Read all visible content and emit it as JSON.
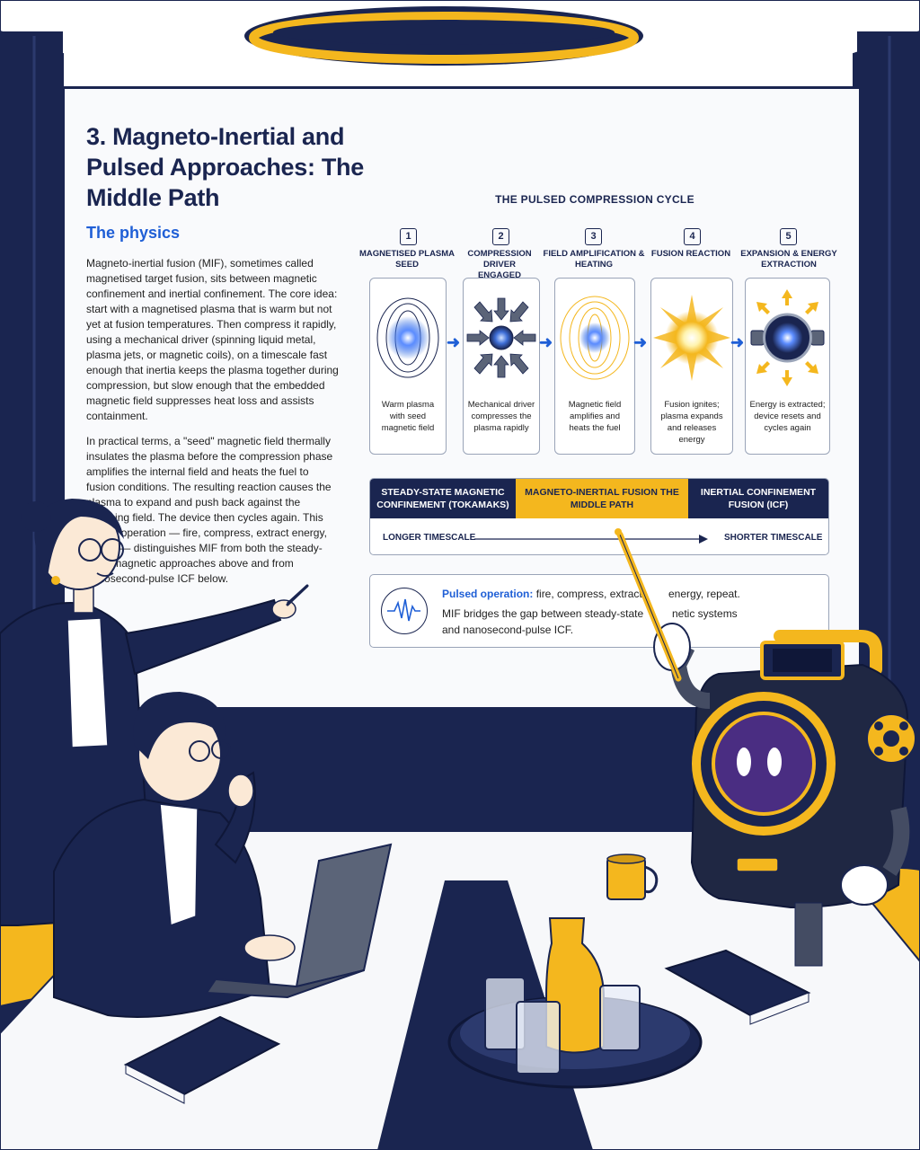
{
  "slide": {
    "title": "3. Magneto-Inertial and Pulsed Approaches: The Middle Path",
    "subtitle": "The physics",
    "paragraph_1": "Magneto-inertial fusion (MIF), sometimes called magnetised target fusion, sits between magnetic confinement and inertial confinement. The core idea: start with a magnetised plasma that is warm but not yet at fusion temperatures. Then compress it rapidly, using a mechanical driver (spinning liquid metal, plasma jets, or magnetic coils), on a timescale fast enough that inertia keeps the plasma together during compression, but slow enough that the embedded magnetic field suppresses heat loss and assists containment.",
    "paragraph_2": "In practical terms, a \"seed\" magnetic field thermally insulates the plasma before the compression phase amplifies the internal field and heats the fuel to fusion conditions. The resulting reaction causes the plasma to expand and push back against the confining field. The device then cycles again. This pulsed operation — fire, compress, extract energy, repeat — distinguishes MIF from both the steady-state magnetic approaches above and from nanosecond-pulse ICF below."
  },
  "cycle": {
    "title": "THE PULSED COMPRESSION CYCLE",
    "steps": [
      {
        "number": "1",
        "label": "MAGNETISED PLASMA SEED",
        "caption": "Warm plasma with seed magnetic field",
        "icon": "plasma-seed-icon"
      },
      {
        "number": "2",
        "label": "COMPRESSION DRIVER ENGAGED",
        "caption": "Mechanical driver compresses the plasma rapidly",
        "icon": "compression-icon"
      },
      {
        "number": "3",
        "label": "FIELD AMPLIFICATION & HEATING",
        "caption": "Magnetic field amplifies and heats the fuel",
        "icon": "field-amplification-icon"
      },
      {
        "number": "4",
        "label": "FUSION REACTION",
        "caption": "Fusion ignites; plasma expands and releases energy",
        "icon": "fusion-burst-icon"
      },
      {
        "number": "5",
        "label": "EXPANSION & ENERGY EXTRACTION",
        "caption": "Energy is extracted; device resets and cycles again",
        "icon": "energy-extraction-icon"
      }
    ]
  },
  "spectrum": {
    "left": "STEADY-STATE MAGNETIC CONFINEMENT (TOKAMAKS)",
    "middle": "MAGNETO-INERTIAL FUSION THE MIDDLE PATH",
    "right": "INERTIAL CONFINEMENT FUSION (ICF)",
    "timescale_left": "LONGER TIMESCALE",
    "timescale_right": "SHORTER TIMESCALE"
  },
  "callout": {
    "icon": "pulse-wave-icon",
    "heading": "Pulsed operation:",
    "line_1_text": "fire, compress, extract",
    "line_1_tail": "energy, repeat.",
    "line_2_text": "MIF bridges the gap between steady-state",
    "line_2_tail": "netic systems",
    "line_3_text": "and nanosecond-pulse ICF."
  },
  "colors": {
    "navy": "#1a2550",
    "accent_yellow": "#f4b71e",
    "accent_blue": "#1f5fd6",
    "screen_bg": "#f9fafc",
    "wall": "#1a2550",
    "ceiling": "#ffffff"
  }
}
